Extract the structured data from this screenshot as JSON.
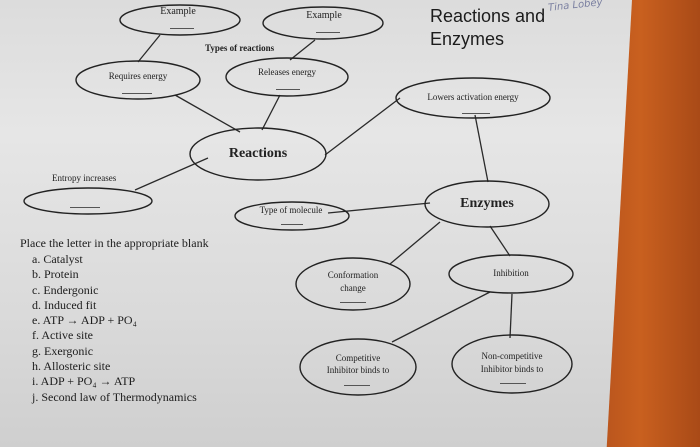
{
  "title": {
    "line1": "Reactions and",
    "line2": "Enzymes",
    "handwritten": "Tina Lobey"
  },
  "nodes": {
    "example_left": "Example",
    "example_right": "Example",
    "types_of_reactions": "Types of reactions",
    "requires_energy": "Requires energy",
    "releases_energy": "Releases energy",
    "lowers_activation_energy": "Lowers activation energy",
    "reactions": "Reactions",
    "entropy_increases": "Entropy increases",
    "type_of_molecule": "Type of molecule",
    "enzymes": "Enzymes",
    "conformation_change_1": "Conformation",
    "conformation_change_2": "change",
    "inhibition": "Inhibition",
    "competitive_1": "Competitive",
    "competitive_2": "Inhibitor binds to",
    "noncompetitive_1": "Non-competitive",
    "noncompetitive_2": "Inhibitor binds to"
  },
  "instructions": {
    "heading": "Place the letter in the appropriate blank",
    "items": [
      "a.  Catalyst",
      "b.  Protein",
      "c.  Endergonic",
      "d.  Induced fit",
      "e.  ATP → ADP + PO₄",
      "f.  Active site",
      "g.  Exergonic",
      "h.  Allosteric site",
      "i.  ADP + PO₄ → ATP",
      "j.  Second law of Thermodynamics"
    ]
  }
}
